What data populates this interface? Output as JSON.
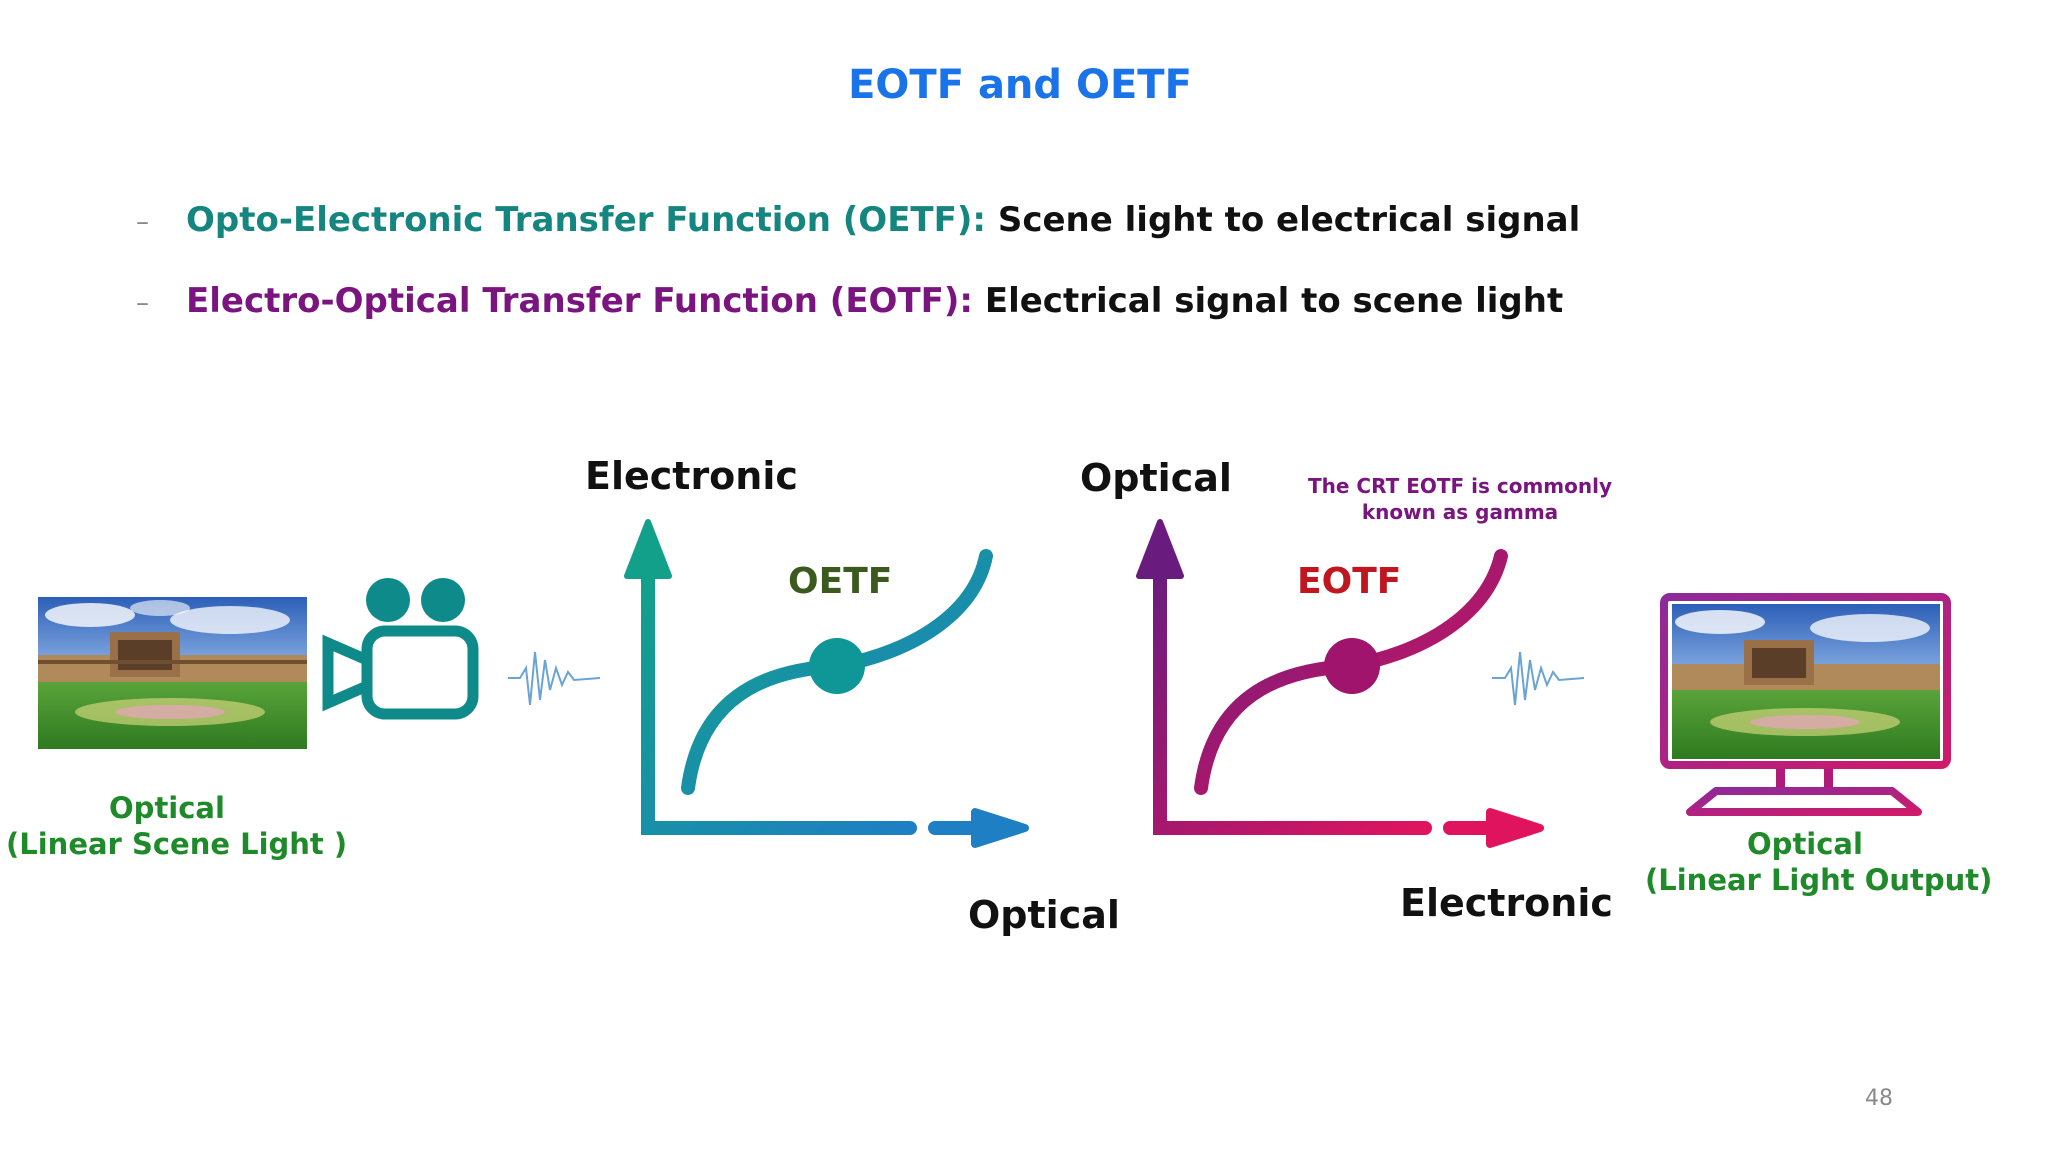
{
  "slide": {
    "title": "EOTF and OETF",
    "page_number": "48"
  },
  "bullets": [
    {
      "dash": "–",
      "term": "Opto-Electronic Transfer Function (OETF):",
      "description": "Scene light to electrical signal",
      "term_color": "#14857f"
    },
    {
      "dash": "–",
      "term": "Electro-Optical Transfer Function (EOTF):",
      "description": "Electrical signal to scene light",
      "term_color": "#7a1580"
    }
  ],
  "diagram": {
    "source": {
      "caption_line1": "Optical",
      "caption_line2": "(Linear Scene Light )",
      "icon": "scene-photo"
    },
    "camera": {
      "icon": "video-camera-icon"
    },
    "oetf_graph": {
      "y_axis_label": "Electronic",
      "x_axis_label": "Optical",
      "curve_label": "OETF",
      "curve_label_color": "#3d5a1e",
      "colors": [
        "#12a08a",
        "#1e7fc4"
      ]
    },
    "eotf_graph": {
      "y_axis_label": "Optical",
      "x_axis_label": "Electronic",
      "curve_label": "EOTF",
      "curve_label_color": "#c0161f",
      "colors": [
        "#6a1c7e",
        "#e0145e"
      ],
      "note_line1": "The CRT EOTF is commonly",
      "note_line2": "known as gamma"
    },
    "display": {
      "caption_line1": "Optical",
      "caption_line2": "(Linear Light Output)",
      "icon": "monitor-icon"
    },
    "signal_icon": "waveform-icon"
  }
}
